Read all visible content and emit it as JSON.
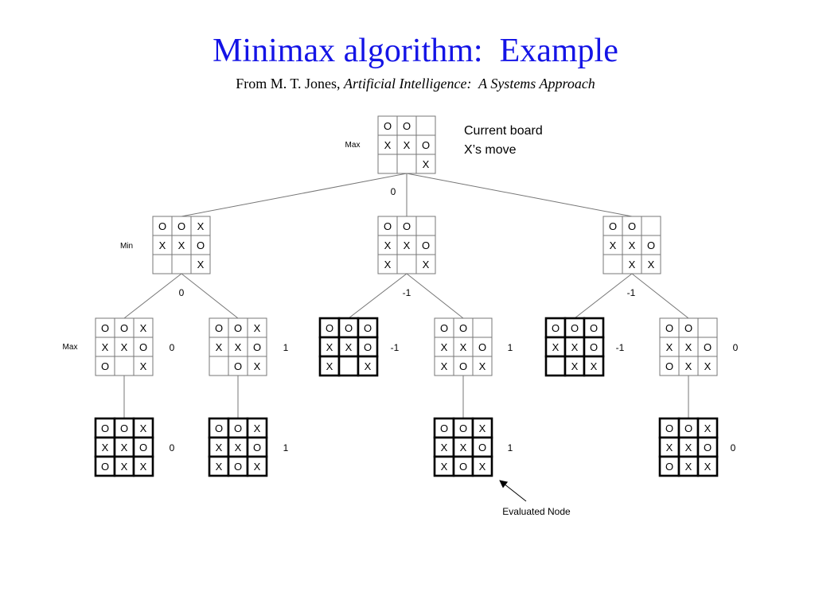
{
  "title": "Minimax algorithm:  Example",
  "subtitle": {
    "prefix": "From M. T. Jones, ",
    "book": "Artificial Intelligence:  A Systems Approach"
  },
  "colors": {
    "title": "#1414e6",
    "line": "#777777",
    "text": "#000000"
  },
  "annotations": {
    "current_board_line1": "Current board",
    "current_board_line2": "X’s move",
    "evaluated_node": "Evaluated Node"
  },
  "level_labels": {
    "root": "Max",
    "level1": "Min",
    "level2": "Max"
  },
  "tree": {
    "root": {
      "board": [
        "O",
        "O",
        "",
        "X",
        "X",
        "O",
        "",
        "",
        "X"
      ],
      "value": "0",
      "terminal": false
    },
    "level1": [
      {
        "board": [
          "O",
          "O",
          "X",
          "X",
          "X",
          "O",
          "",
          "",
          "X"
        ],
        "value": "0",
        "terminal": false
      },
      {
        "board": [
          "O",
          "O",
          "",
          "X",
          "X",
          "O",
          "X",
          "",
          "X"
        ],
        "value": "-1",
        "terminal": false
      },
      {
        "board": [
          "O",
          "O",
          "",
          "X",
          "X",
          "O",
          "",
          "X",
          "X"
        ],
        "value": "-1",
        "terminal": false
      }
    ],
    "level2": [
      {
        "board": [
          "O",
          "O",
          "X",
          "X",
          "X",
          "O",
          "O",
          "",
          "X"
        ],
        "value": "0",
        "terminal": false
      },
      {
        "board": [
          "O",
          "O",
          "X",
          "X",
          "X",
          "O",
          "",
          "O",
          "X"
        ],
        "value": "1",
        "terminal": false
      },
      {
        "board": [
          "O",
          "O",
          "O",
          "X",
          "X",
          "O",
          "X",
          "",
          "X"
        ],
        "value": "-1",
        "terminal": true
      },
      {
        "board": [
          "O",
          "O",
          "",
          "X",
          "X",
          "O",
          "X",
          "O",
          "X"
        ],
        "value": "1",
        "terminal": false
      },
      {
        "board": [
          "O",
          "O",
          "O",
          "X",
          "X",
          "O",
          "",
          "X",
          "X"
        ],
        "value": "-1",
        "terminal": true
      },
      {
        "board": [
          "O",
          "O",
          "",
          "X",
          "X",
          "O",
          "O",
          "X",
          "X"
        ],
        "value": "0",
        "terminal": false
      }
    ],
    "level3": [
      {
        "board": [
          "O",
          "O",
          "X",
          "X",
          "X",
          "O",
          "O",
          "X",
          "X"
        ],
        "value": "0",
        "terminal": true
      },
      {
        "board": [
          "O",
          "O",
          "X",
          "X",
          "X",
          "O",
          "X",
          "O",
          "X"
        ],
        "value": "1",
        "terminal": true
      },
      {
        "board": [
          "O",
          "O",
          "X",
          "X",
          "X",
          "O",
          "X",
          "O",
          "X"
        ],
        "value": "1",
        "terminal": true
      },
      {
        "board": [
          "O",
          "O",
          "X",
          "X",
          "X",
          "O",
          "O",
          "X",
          "X"
        ],
        "value": "0",
        "terminal": true
      }
    ]
  }
}
